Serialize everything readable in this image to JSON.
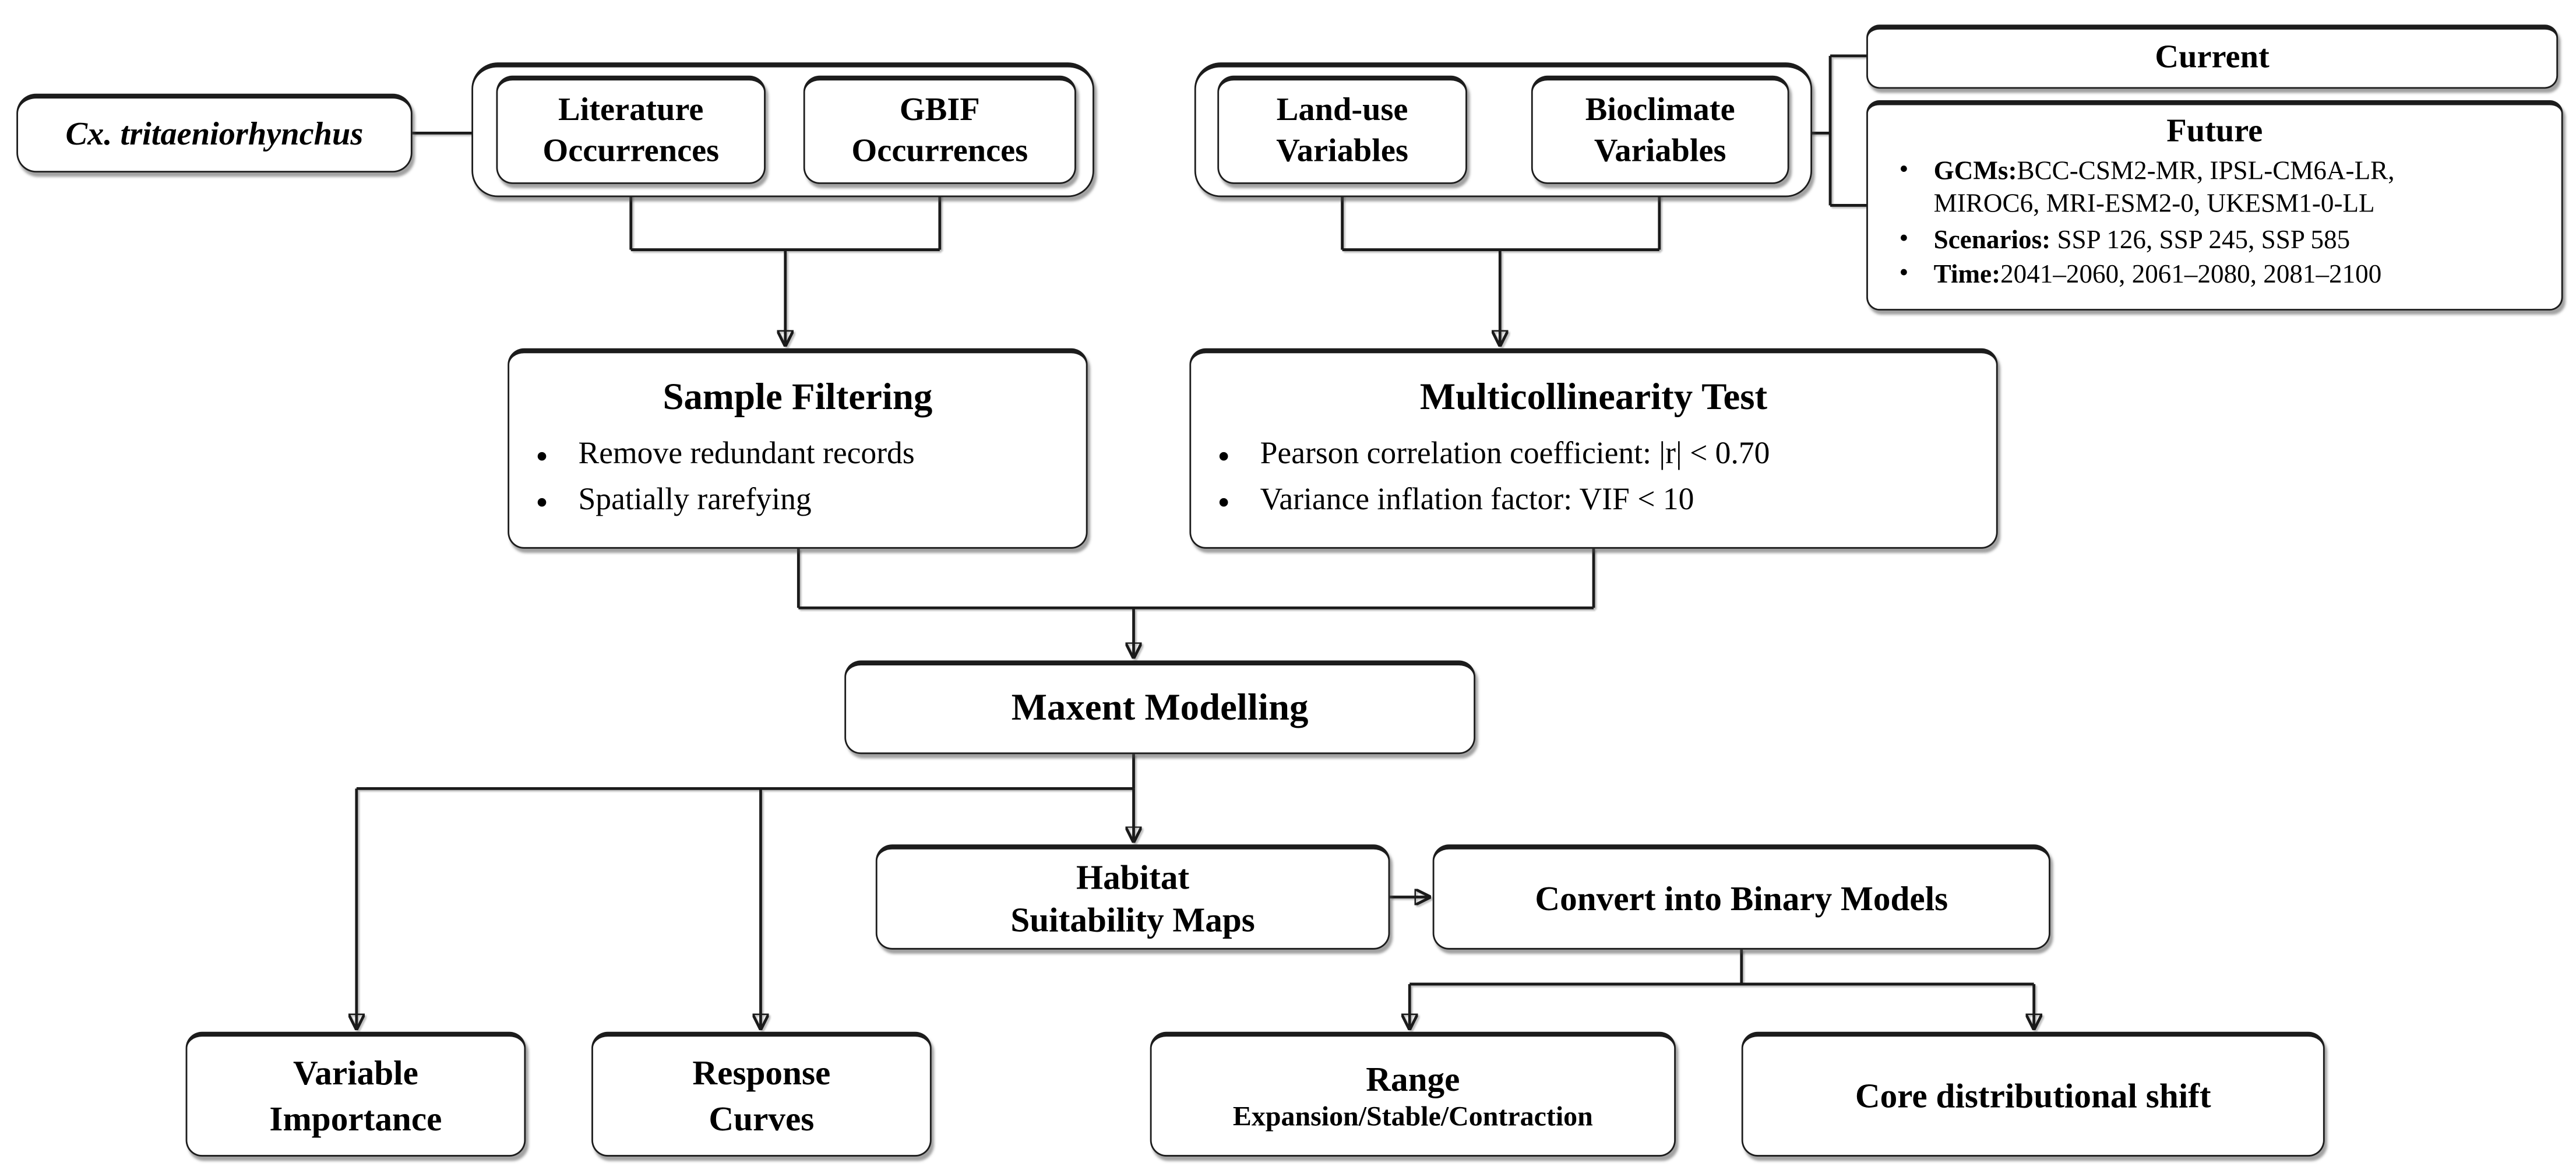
{
  "figure": {
    "species_label": "Cx. tritaeniorhynchus",
    "occurrence_group": {
      "literature": {
        "line1": "Literature",
        "line2": "Occurrences"
      },
      "gbif": {
        "line1": "GBIF",
        "line2": "Occurrences"
      }
    },
    "variable_group": {
      "landuse": {
        "line1": "Land-use",
        "line2": "Variables"
      },
      "bioclimate": {
        "line1": "Bioclimate",
        "line2": "Variables"
      }
    },
    "current": {
      "title": "Current"
    },
    "future": {
      "title": "Future",
      "bullets": [
        {
          "label": "GCMs:",
          "text": "BCC-CSM2-MR, IPSL-CM6A-LR,",
          "text2": "MIROC6, MRI-ESM2-0, UKESM1-0-LL"
        },
        {
          "label": "Scenarios:",
          "text": " SSP 126, SSP 245, SSP 585",
          "text2": ""
        },
        {
          "label": "Time:",
          "text": "2041–2060, 2061–2080, 2081–2100",
          "text2": ""
        }
      ]
    },
    "sample_filtering": {
      "title": "Sample Filtering",
      "bullets": [
        "Remove redundant records",
        "Spatially rarefying"
      ]
    },
    "multicollinearity": {
      "title": "Multicollinearity Test",
      "bullets": [
        "Pearson correlation coefficient: |r| < 0.70",
        "Variance inflation factor: VIF < 10"
      ]
    },
    "maxent_label": "Maxent Modelling",
    "habitat_maps": {
      "line1": "Habitat",
      "line2": "Suitability Maps"
    },
    "convert_binary_label": "Convert into Binary Models",
    "variable_importance": {
      "line1": "Variable",
      "line2": "Importance"
    },
    "response_curves": {
      "line1": "Response",
      "line2": "Curves"
    },
    "range": {
      "title": "Range",
      "subtitle": "Expansion/Stable/Contraction"
    },
    "core_shift_label": "Core distributional shift"
  },
  "colors": {
    "background": "#ffffff",
    "box_fill": "#ffffff",
    "box_border": "#1c1c1c",
    "line": "#1a1a1a",
    "text": "#000000",
    "shadow": "#6e6e6e"
  }
}
